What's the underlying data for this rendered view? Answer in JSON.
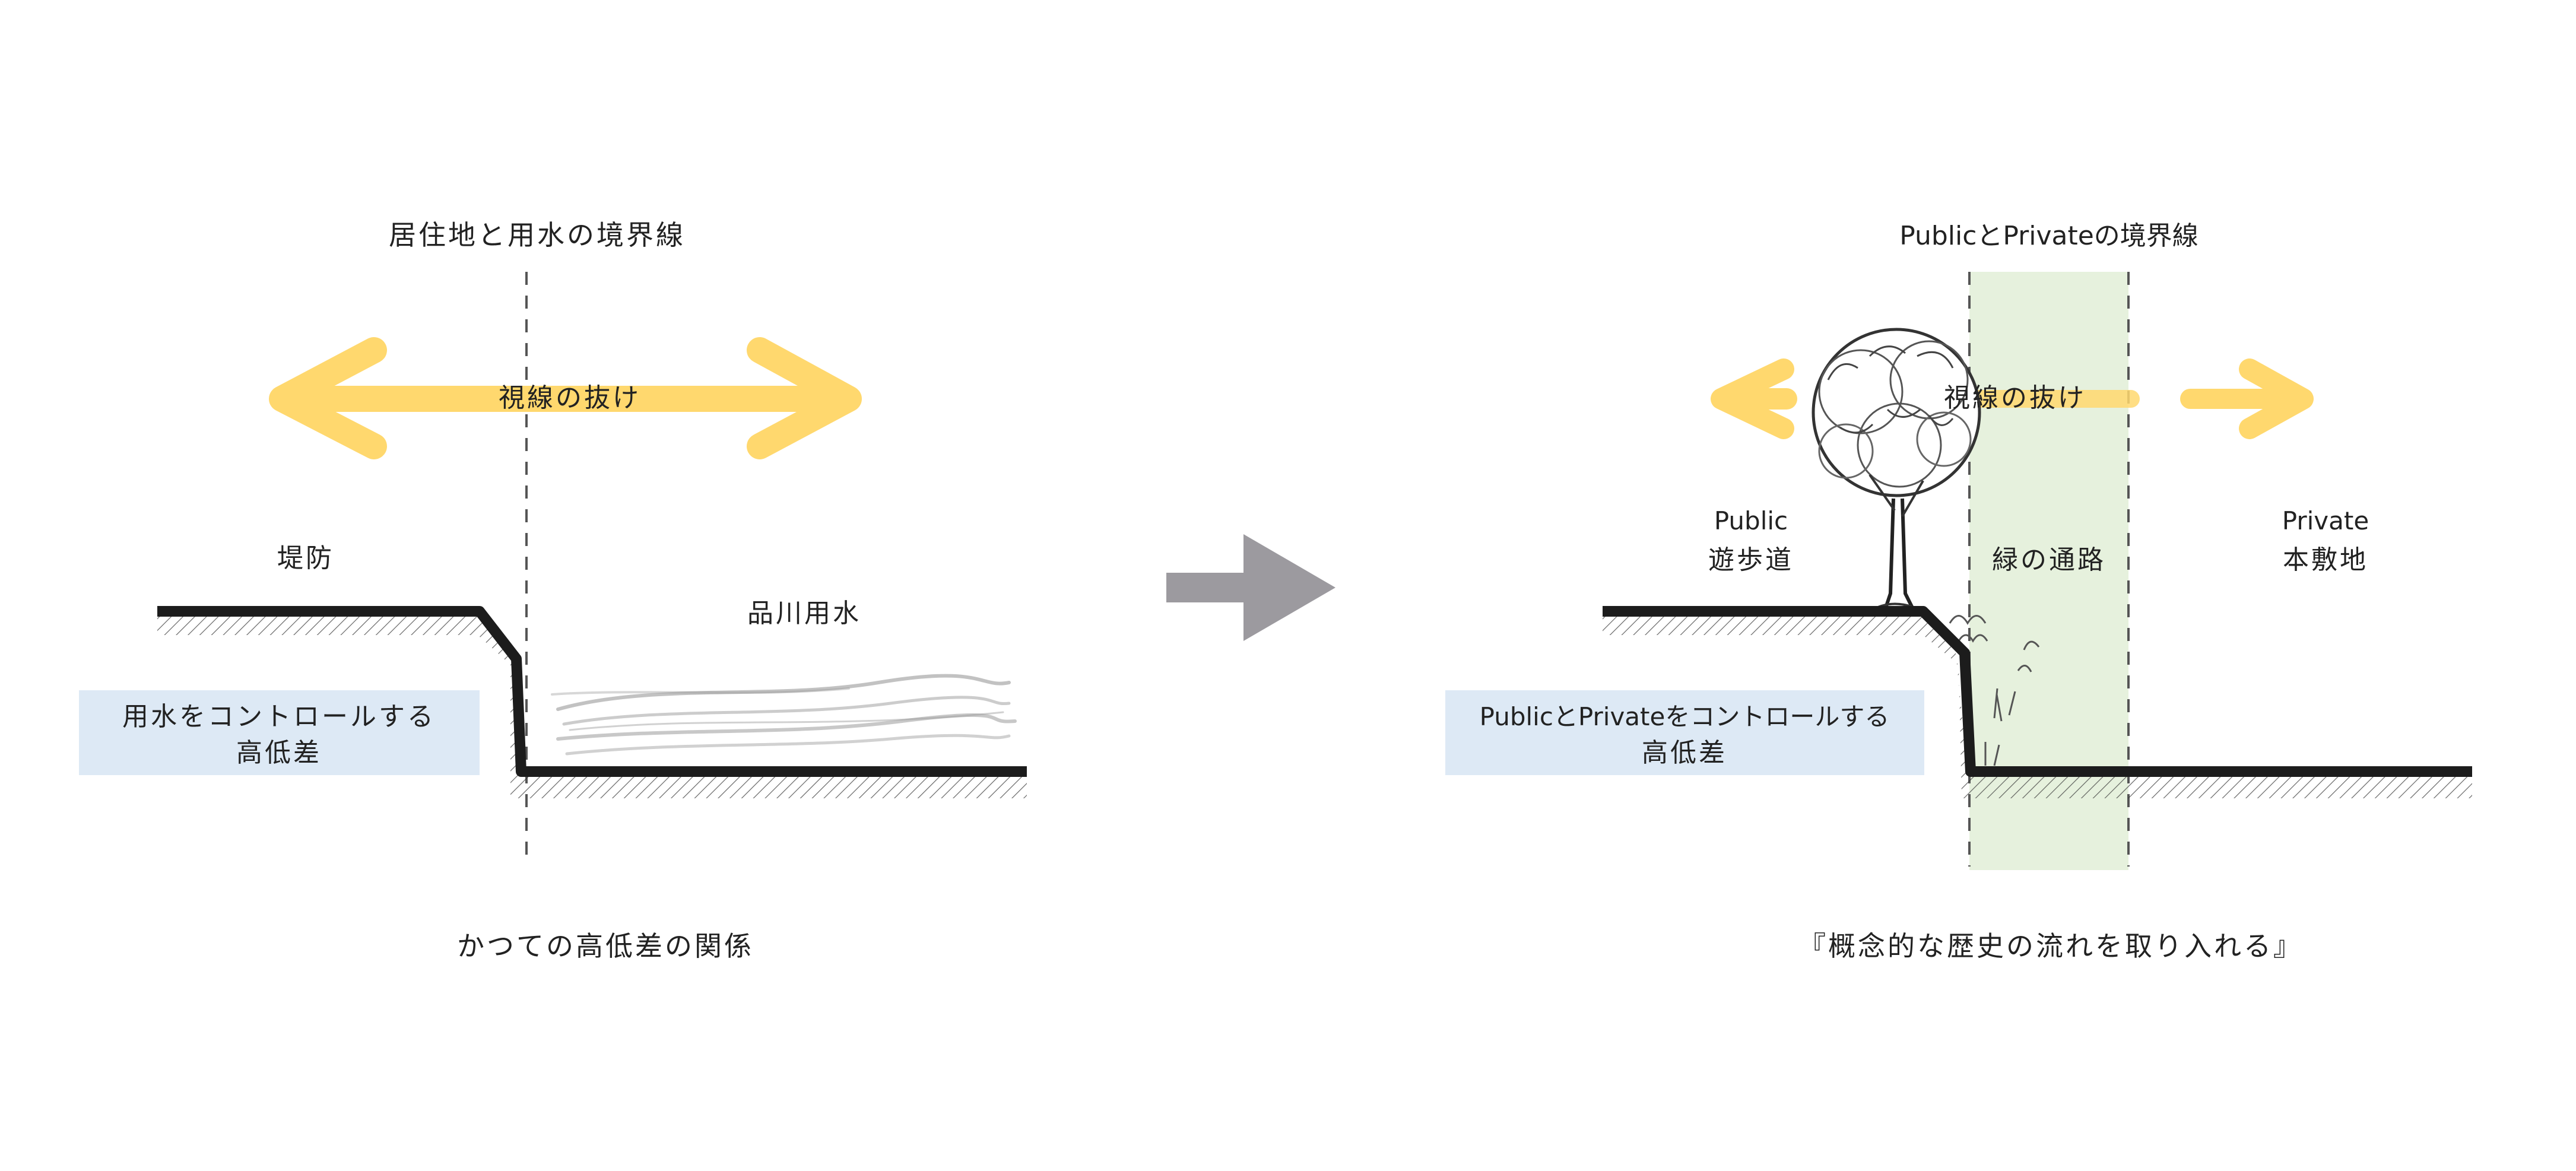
{
  "left": {
    "title": "居住地と用水の境界線",
    "sightline": "視線の抜け",
    "embankment": "堤防",
    "canal": "品川用水",
    "control_line1": "用水をコントロールする",
    "control_line2": "高低差",
    "caption": "かつての高低差の関係"
  },
  "right": {
    "title": "PublicとPrivateの境界線",
    "sightline": "視線の抜け",
    "public_en": "Public",
    "public_jp": "遊歩道",
    "green_path": "緑の通路",
    "private_en": "Private",
    "private_jp": "本敷地",
    "control_line1": "PublicとPrivateをコントロールする",
    "control_line2": "高低差",
    "caption": "『概念的な歴史の流れを取り入れる』"
  },
  "colors": {
    "sight_arrow": "#FFD86E",
    "control_box": "#DDE9F5",
    "green_band": "#E6F1DD",
    "transition_arrow": "#9C9A9F",
    "ground": "#1C1C1C"
  },
  "icons": {
    "transition": "right-arrow-icon",
    "tree": "tree-icon"
  }
}
